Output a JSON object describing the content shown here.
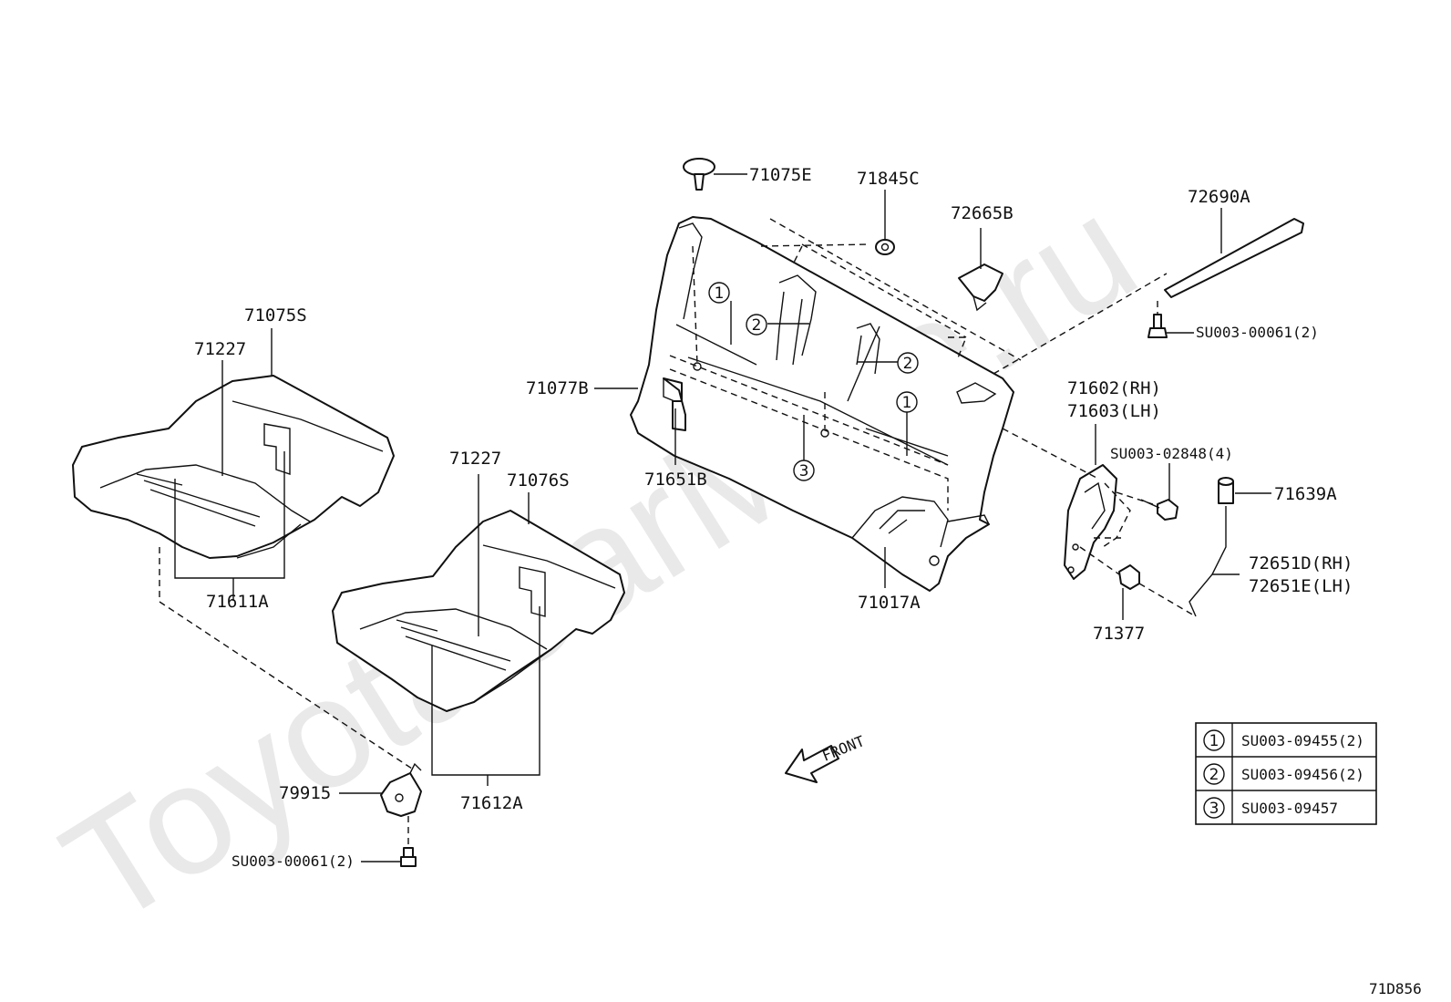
{
  "watermark": "ToyotaCarMine.ru",
  "diagram_code": "71D856",
  "front_label": "FRONT",
  "parts": {
    "p71075E": "71075E",
    "p71845C": "71845C",
    "p72665B": "72665B",
    "p72690A": "72690A",
    "p71075S": "71075S",
    "p71227_left": "71227",
    "p71227_right": "71227",
    "p71076S": "71076S",
    "p71077B": "71077B",
    "p71651B": "71651B",
    "p71611A": "71611A",
    "p71612A": "71612A",
    "p71017A": "71017A",
    "p71602": "71602(RH)",
    "p71603": "71603(LH)",
    "p71639A": "71639A",
    "p72651D": "72651D(RH)",
    "p72651E": "72651E(LH)",
    "p71377": "71377",
    "p79915": "79915",
    "bolt_top": "SU003-00061(2)",
    "bolt_bottom": "SU003-00061(2)",
    "bolt_hinge": "SU003-02848(4)"
  },
  "callouts": [
    {
      "num": "1"
    },
    {
      "num": "2"
    },
    {
      "num": "2"
    },
    {
      "num": "1"
    },
    {
      "num": "3"
    }
  ],
  "legend": [
    {
      "num": "1",
      "part": "SU003-09455(2)"
    },
    {
      "num": "2",
      "part": "SU003-09456(2)"
    },
    {
      "num": "3",
      "part": "SU003-09457"
    }
  ]
}
